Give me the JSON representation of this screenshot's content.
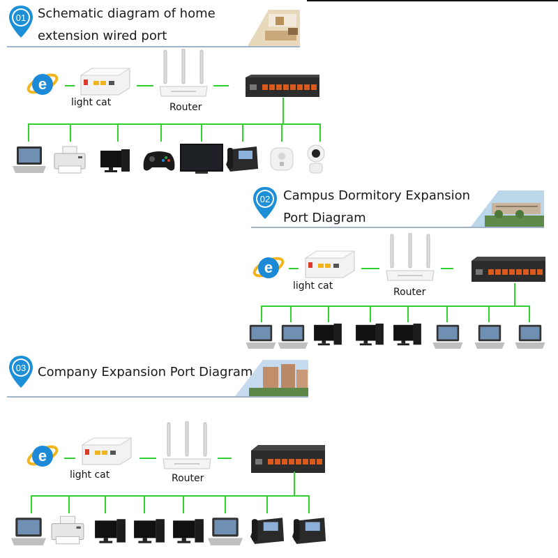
{
  "sections": [
    {
      "badge": "01",
      "title_lines": [
        "Schematic diagram of home",
        "extension wired port"
      ],
      "labels": {
        "cat": "light cat",
        "router": "Router"
      },
      "devices": [
        "laptop-icon",
        "printer-icon",
        "desktop-pc-icon",
        "game-controller-icon",
        "monitor-icon",
        "ip-phone-icon",
        "smart-speaker-icon",
        "security-camera-icon"
      ]
    },
    {
      "badge": "02",
      "title_lines": [
        "Campus Dormitory Expansion",
        "Port Diagram"
      ],
      "labels": {
        "cat": "light cat",
        "router": "Router"
      },
      "devices": [
        "laptop-icon",
        "laptop-icon",
        "desktop-pc-icon",
        "desktop-pc-icon",
        "desktop-pc-icon",
        "laptop-icon",
        "laptop-icon",
        "laptop-icon"
      ]
    },
    {
      "badge": "03",
      "title_lines": [
        "Company Expansion Port Diagram"
      ],
      "labels": {
        "cat": "light cat",
        "router": "Router"
      },
      "devices": [
        "laptop-icon",
        "printer-icon",
        "desktop-pc-icon",
        "desktop-pc-icon",
        "desktop-pc-icon",
        "laptop-icon",
        "ip-phone-icon",
        "ip-phone-icon"
      ]
    }
  ],
  "colors": {
    "wire": "#2fd12f",
    "pin": "#1c8fd6",
    "switch": "#2b2b2b",
    "switch_port": "#d85a1c"
  }
}
